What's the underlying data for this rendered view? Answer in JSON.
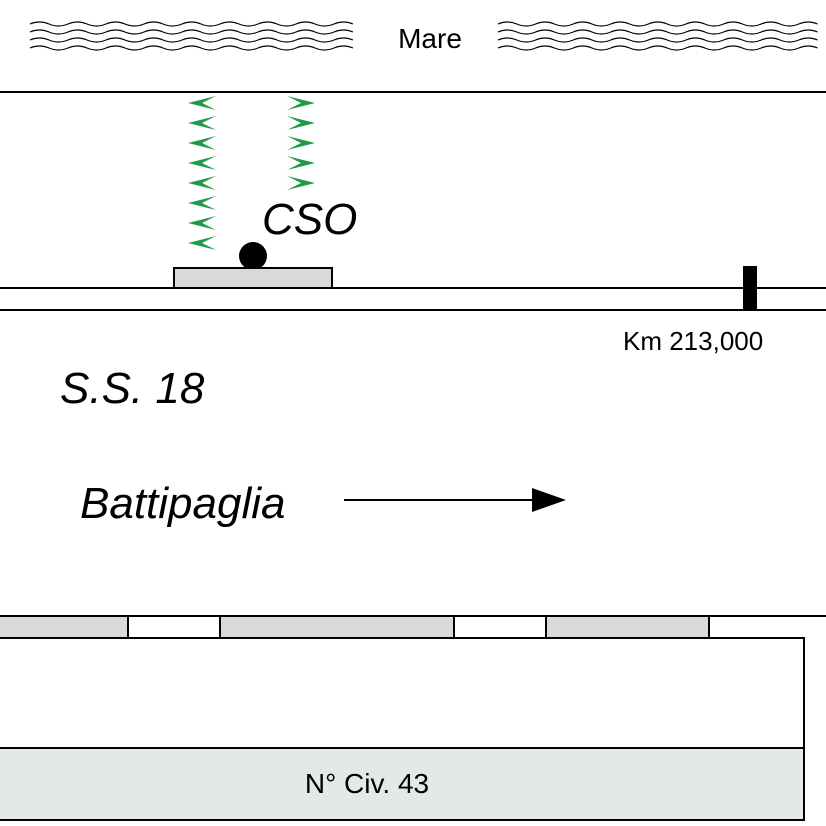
{
  "sea": {
    "label": "Mare"
  },
  "marker": {
    "code": "CSO"
  },
  "kilometer": {
    "label": "Km 213,000"
  },
  "road": {
    "name": "S.S. 18"
  },
  "direction": {
    "label": "Battipaglia"
  },
  "building": {
    "label": "N° Civ. 43"
  },
  "colors": {
    "vegetation": "#1f9b47",
    "sidewalk_fill": "#d9d9d9",
    "building_fill": "#e4e8e7",
    "line": "#000000"
  },
  "icons": [
    "wave-icon",
    "tree-row-icon",
    "dot-icon",
    "arrow-right-icon"
  ]
}
